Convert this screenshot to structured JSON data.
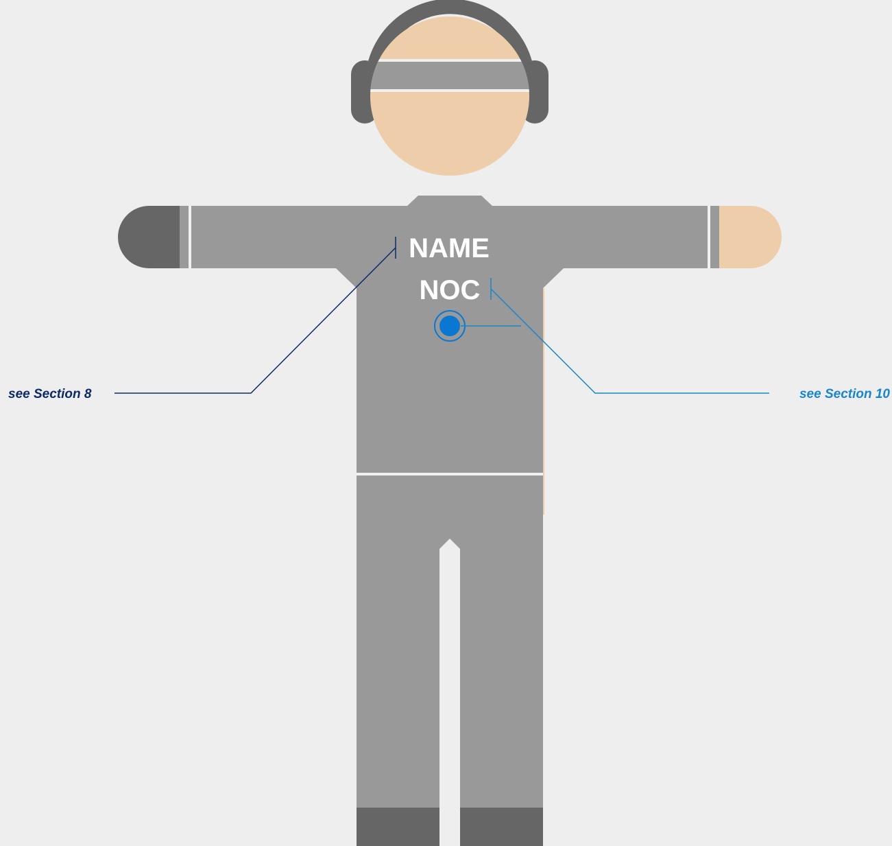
{
  "figure": {
    "shirt_name": "NAME",
    "shirt_noc": "NOC"
  },
  "callouts": {
    "left": {
      "prefix": "see",
      "section": "Section 8"
    },
    "right": {
      "prefix": "see",
      "section": "Section 10"
    }
  },
  "colors": {
    "background": "#eeeeee",
    "clothing": "#999999",
    "dark_gray": "#666666",
    "skin": "#eecdaa",
    "white_trim": "#f0f0f0",
    "left_callout": "#0e2a66",
    "right_callout": "#1a86c9",
    "badge": "#0a78d2"
  },
  "icons": {
    "headphones": "headphones-icon",
    "badge": "accreditation-badge-icon"
  }
}
